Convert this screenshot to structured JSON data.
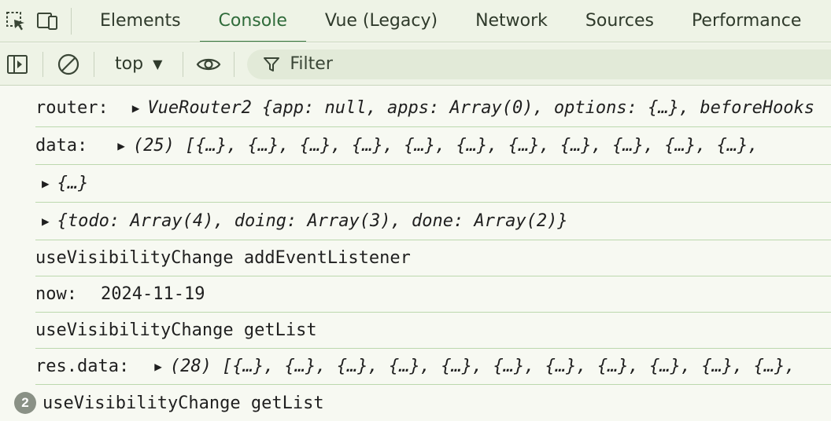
{
  "tabs": [
    "Elements",
    "Console",
    "Vue (Legacy)",
    "Network",
    "Sources",
    "Performance"
  ],
  "active_tab": "Console",
  "toolbar": {
    "context": "top",
    "filter_placeholder": "Filter"
  },
  "console": {
    "messages": [
      {
        "label": "router:",
        "text": "VueRouter2 {app: null, apps: Array(0), options: {…}, beforeHooks"
      },
      {
        "label": "data:",
        "text": "(25) [{…}, {…}, {…}, {…}, {…}, {…}, {…}, {…}, {…}, {…}, {…},"
      },
      {
        "label": "",
        "text": "{…}"
      },
      {
        "label": "",
        "text": "{todo: Array(4), doing: Array(3), done: Array(2)}"
      },
      {
        "label": "",
        "text": "useVisibilityChange addEventListener"
      },
      {
        "label": "now:",
        "text": "2024-11-19"
      },
      {
        "label": "",
        "text": "useVisibilityChange getList"
      },
      {
        "label": "res.data:",
        "text": "(28) [{…}, {…}, {…}, {…}, {…}, {…}, {…}, {…}, {…}, {…}, {…},"
      },
      {
        "label": "",
        "text": "useVisibilityChange getList",
        "repeat": "2"
      }
    ]
  },
  "colors": {
    "background": "#f7f9f2",
    "toolbar": "#eef3e6",
    "accent": "#3d7a45",
    "row_border": "#bcd8ae"
  },
  "icons": [
    "inspect-icon",
    "device-toolbar-icon",
    "sidebar-toggle-icon",
    "clear-console-icon",
    "dropdown-arrow-icon",
    "eye-icon",
    "filter-icon",
    "expand-arrow-icon"
  ]
}
